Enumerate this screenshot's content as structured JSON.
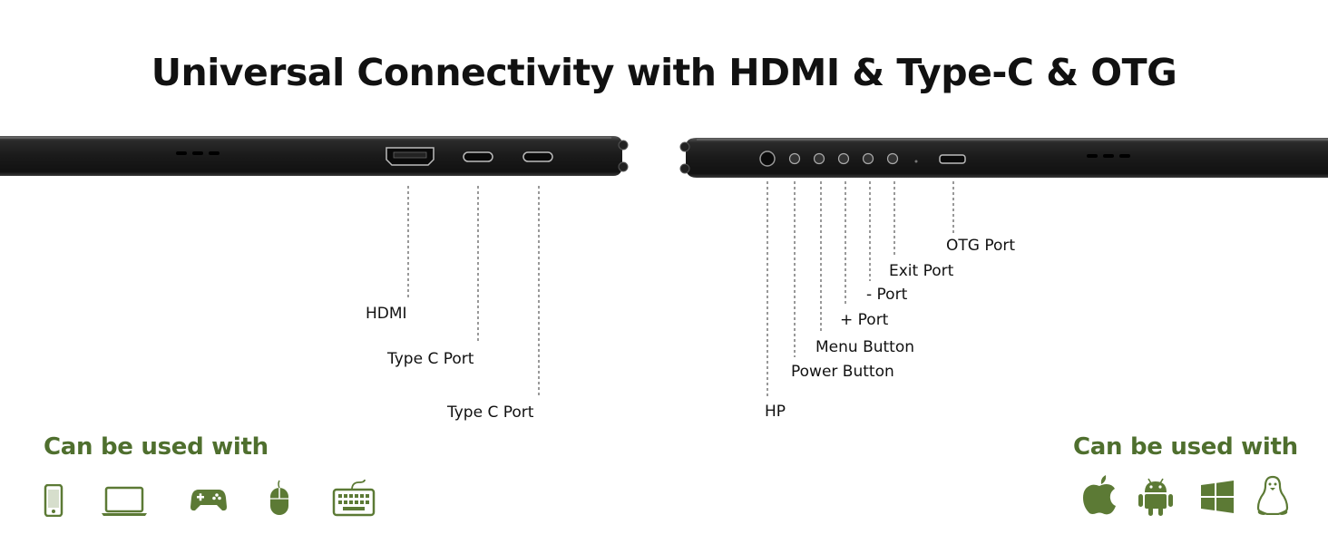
{
  "title": "Universal Connectivity with HDMI & Type-C & OTG",
  "left_side": {
    "labels": {
      "hdmi": "HDMI",
      "type_c_1": "Type C Port",
      "type_c_2": "Type C Port"
    }
  },
  "right_side": {
    "labels": {
      "otg": "OTG Port",
      "exit": "Exit Port",
      "minus": "- Port",
      "plus": "+ Port",
      "menu": "Menu Button",
      "power": "Power Button",
      "hp": "HP"
    }
  },
  "compat_left": {
    "heading": "Can be used with",
    "icons": [
      "phone-icon",
      "laptop-icon",
      "gamepad-icon",
      "mouse-icon",
      "keyboard-icon"
    ]
  },
  "compat_right": {
    "heading": "Can be used with",
    "icons": [
      "apple-icon",
      "android-icon",
      "windows-icon",
      "linux-icon"
    ]
  },
  "colors": {
    "accent_green": "#4f6f2e",
    "icon_green": "#5c7a35",
    "device_body": "#1c1c1c"
  }
}
